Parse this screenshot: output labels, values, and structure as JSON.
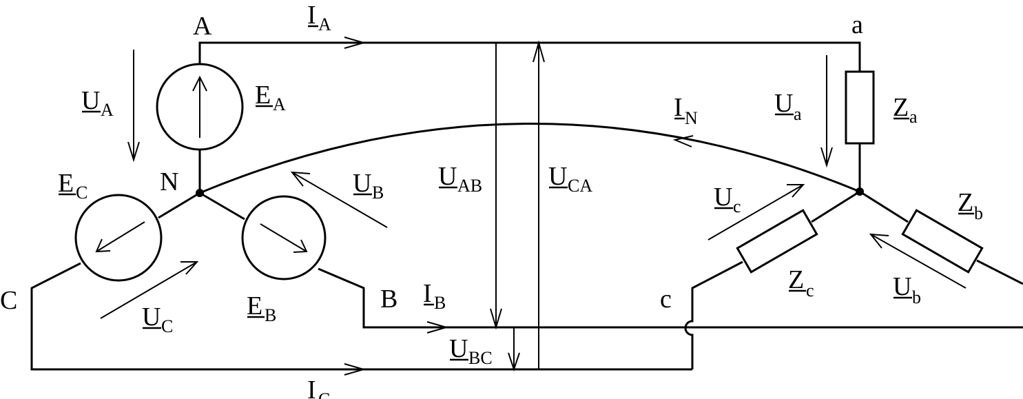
{
  "nodes": {
    "A": "A",
    "B": "B",
    "C": "C",
    "N": "N",
    "a": "a",
    "c": "c"
  },
  "labels": {
    "I_A": {
      "main": "I",
      "sub": "A"
    },
    "I_B": {
      "main": "I",
      "sub": "B"
    },
    "I_C": {
      "main": "I",
      "sub": "C"
    },
    "I_N": {
      "main": "I",
      "sub": "N"
    },
    "E_A": {
      "main": "E",
      "sub": "A"
    },
    "E_B": {
      "main": "E",
      "sub": "B"
    },
    "E_C": {
      "main": "E",
      "sub": "C"
    },
    "U_A": {
      "main": "U",
      "sub": "A"
    },
    "U_B": {
      "main": "U",
      "sub": "B"
    },
    "U_C": {
      "main": "U",
      "sub": "C"
    },
    "U_AB": {
      "main": "U",
      "sub": "AB"
    },
    "U_BC": {
      "main": "U",
      "sub": "BC"
    },
    "U_CA": {
      "main": "U",
      "sub": "CA"
    },
    "U_a": {
      "main": "U",
      "sub": "a"
    },
    "U_b": {
      "main": "U",
      "sub": "b"
    },
    "U_c": {
      "main": "U",
      "sub": "c"
    },
    "Z_a": {
      "main": "Z",
      "sub": "a"
    },
    "Z_b": {
      "main": "Z",
      "sub": "b"
    },
    "Z_c": {
      "main": "Z",
      "sub": "c"
    }
  }
}
